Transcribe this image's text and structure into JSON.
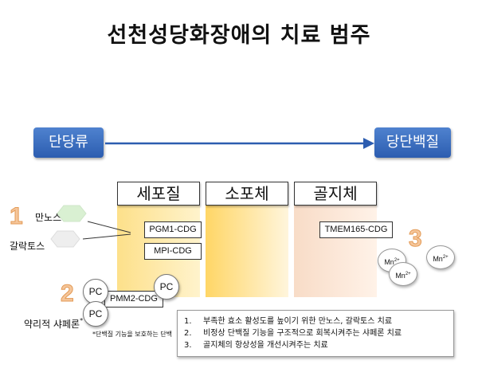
{
  "title": "선천성당화장애의 치료 범주",
  "pathway": {
    "start": "단당류",
    "end": "당단백질"
  },
  "compartments": [
    "세포질",
    "소포체",
    "골지체"
  ],
  "enzymes": {
    "pgm1": "PGM1-CDG",
    "mpi": "MPI-CDG",
    "pmm2": "PMM2-CDG",
    "tmem165": "TMEM165-CDG"
  },
  "numbers": {
    "one": "1",
    "two": "2",
    "three": "3"
  },
  "sugars": {
    "mannose": "만노스",
    "galactose": "갈락토스"
  },
  "chaperone": {
    "label": "약리적 샤페론",
    "footnote": "*단백질 기능을 보호하는 단백",
    "pc": "PC"
  },
  "ion": {
    "base": "Mn",
    "charge": "2+"
  },
  "treatments": [
    {
      "num": "1.",
      "text": "부족한 효소 활성도를 높이기 위한 만노스, 갈락토스 치료"
    },
    {
      "num": "2.",
      "text": "비정상 단백질 기능을 구조적으로 회복시켜주는 샤페론 치료"
    },
    {
      "num": "3.",
      "text": "골지체의 항상성을 개선시켜주는 치료"
    }
  ],
  "colors": {
    "blue": "#2c5db0",
    "cytosol": "#fde9a6",
    "er": "#ffd96b",
    "golgi": "#fbe3d0",
    "hexagon": "#d9f0d2",
    "number": "#f5c69b"
  }
}
